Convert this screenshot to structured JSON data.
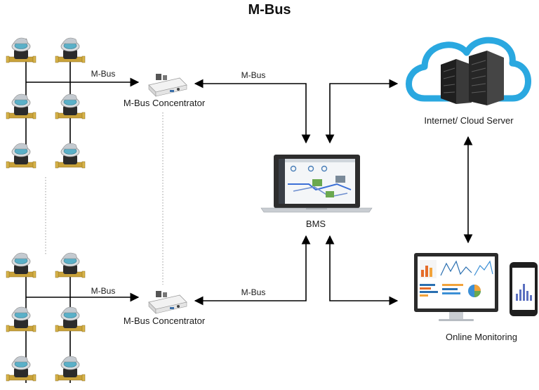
{
  "title": "M-Bus",
  "links": {
    "upper_meters": "M-Bus",
    "lower_meters": "M-Bus",
    "upper_bms": "M-Bus",
    "lower_bms": "M-Bus"
  },
  "nodes": {
    "concentrator_top": "M-Bus Concentrator",
    "concentrator_bottom": "M-Bus Concentrator",
    "bms": "BMS",
    "cloud": "Internet/ Cloud Server",
    "monitoring": "Online Monitoring"
  },
  "colors": {
    "cloud_blue": "#2aa8e0",
    "brass": "#c9a23a",
    "meter_dial": "#5ab0c8",
    "wire": "#000000"
  }
}
